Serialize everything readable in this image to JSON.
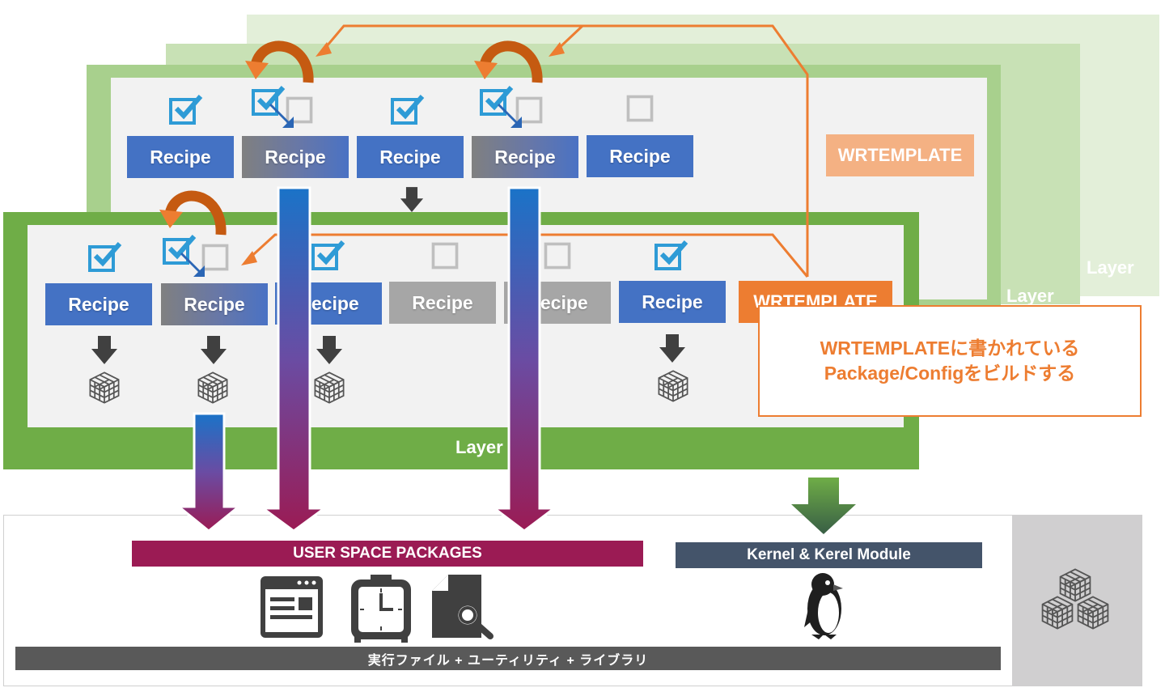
{
  "layers": {
    "back_label": "Layer",
    "middle_label": "Layer",
    "front_label": "Layer"
  },
  "upper_row": {
    "recipes": [
      "Recipe",
      "Recipe",
      "Recipe",
      "Recipe",
      "Recipe"
    ],
    "wrtemplate": "WRTEMPLATE"
  },
  "lower_row": {
    "recipes": [
      "Recipe",
      "Recipe",
      "Recipe",
      "Recipe",
      "Recipe",
      "Recipe"
    ],
    "wrtemplate": "WRTEMPLATE"
  },
  "callout": {
    "line1": "WRTEMPLATEに書かれている",
    "line2": "Package/Configをビルドする"
  },
  "bottom": {
    "user_space": "USER SPACE PACKAGES",
    "kernel": "Kernel & Kerel Module",
    "exec_bar": "実行ファイル + ユーティリティ + ライブラリ"
  },
  "icons": {
    "checked": "checkbox-checked-icon",
    "unchecked": "checkbox-unchecked-icon",
    "package": "package-cube-icon",
    "app": "application-window-icon",
    "clock": "clock-icon",
    "doc_search": "document-search-icon",
    "penguin": "linux-penguin-icon",
    "cubes": "package-cubes-icon"
  },
  "colors": {
    "layer_green": "#6fad47",
    "recipe_blue": "#4472c4",
    "recipe_gray": "#a6a6a6",
    "orange": "#ed7d31",
    "user_space": "#9b1b54",
    "kernel": "#44546a"
  }
}
